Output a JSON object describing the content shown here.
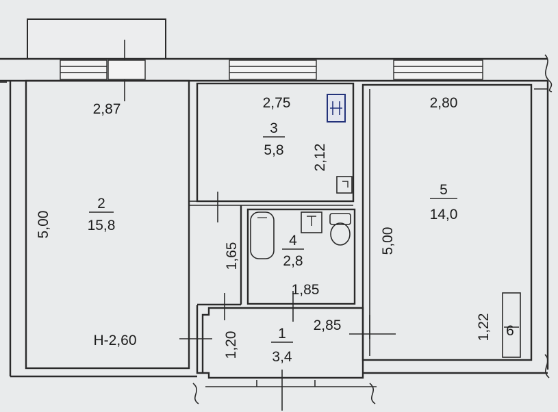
{
  "rooms": {
    "r1": {
      "number": "1",
      "area": "3,4"
    },
    "r2": {
      "number": "2",
      "area": "15,8"
    },
    "r3": {
      "number": "3",
      "area": "5,8"
    },
    "r4": {
      "number": "4",
      "area": "2,8"
    },
    "r5": {
      "number": "5",
      "area": "14,0"
    },
    "r6": {
      "number": "6"
    }
  },
  "dimensions": {
    "r2_width": "2,87",
    "r2_length": "5,00",
    "r3_width": "2,75",
    "r3_length": "2,12",
    "r5_width": "2,80",
    "r5_length": "5,00",
    "corridor_length": "1,65",
    "bath_width": "1,85",
    "hall_width": "2,85",
    "hall_length": "1,20",
    "closet_length": "1,22"
  },
  "ceiling_height": "H-2,60",
  "icons": {
    "stove": "stove-icon",
    "bathtub": "bathtub-icon",
    "toilet": "toilet-icon",
    "sink": "sink-icon"
  }
}
